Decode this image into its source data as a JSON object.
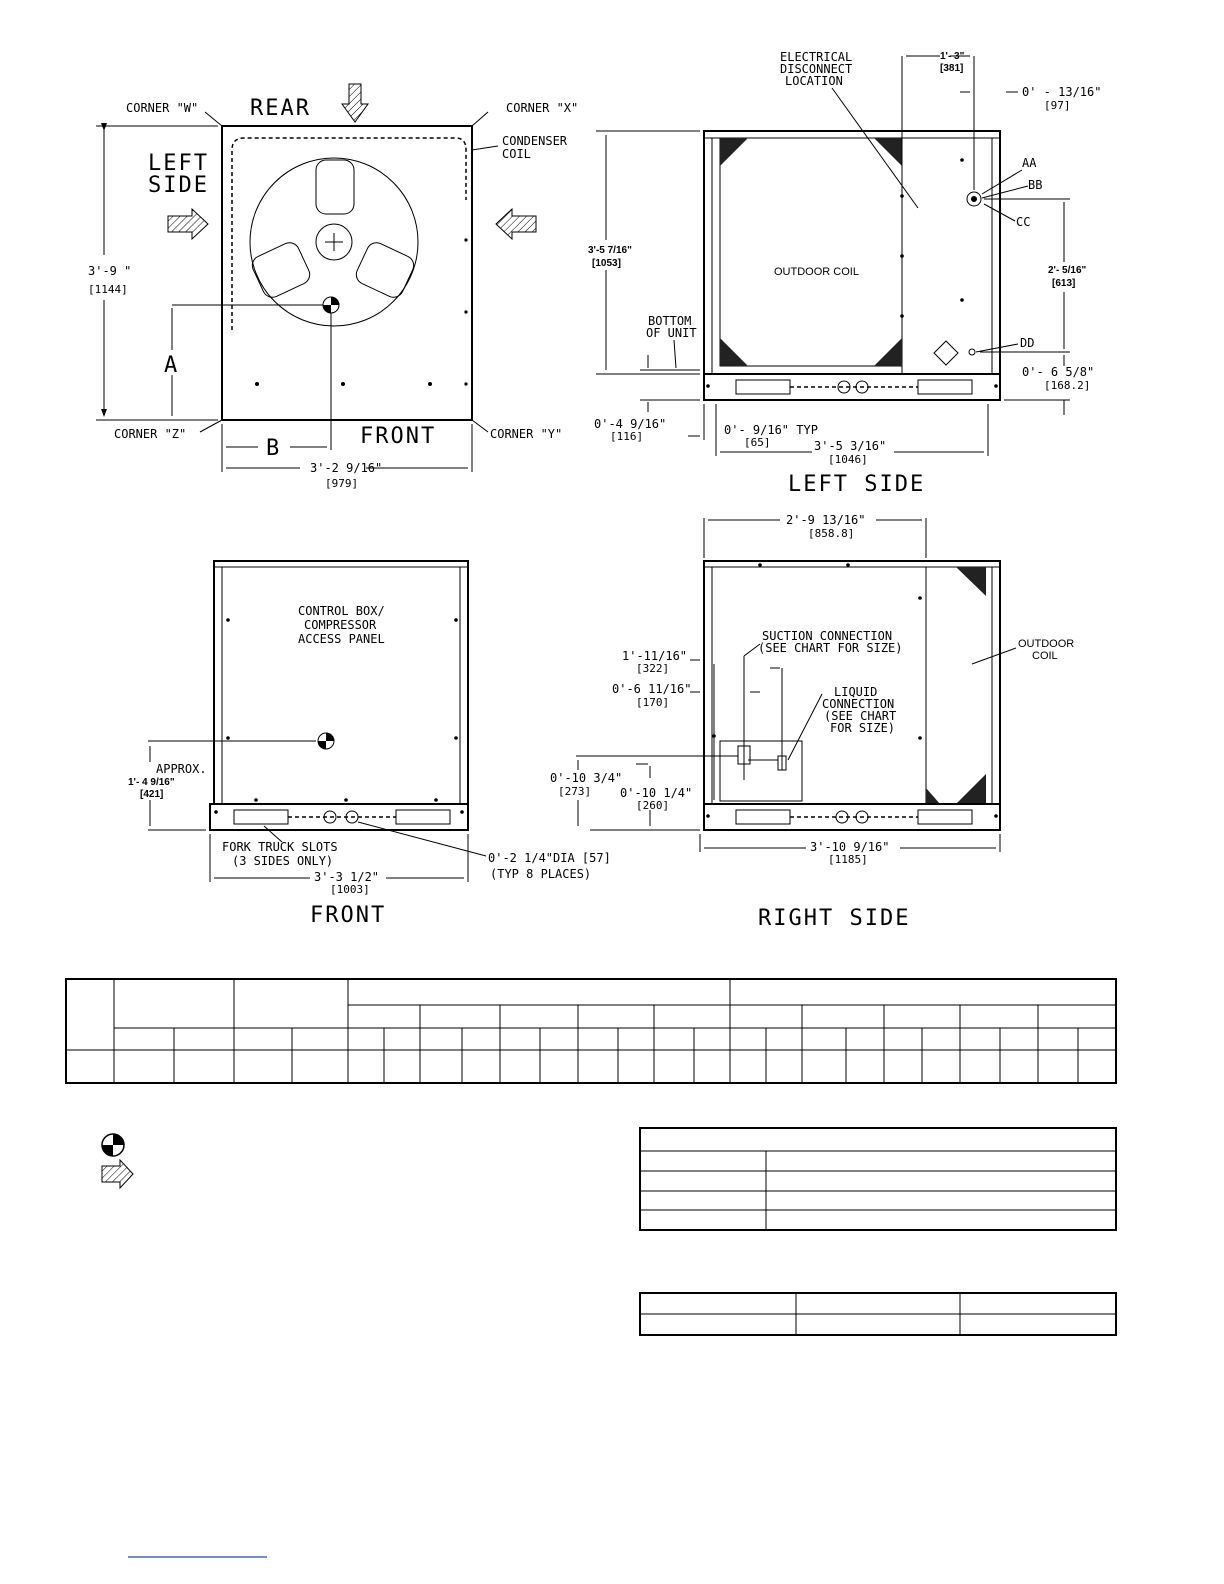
{
  "top_view": {
    "rear": "REAR",
    "front": "FRONT",
    "left_side": "LEFT",
    "left_side_2": "SIDE",
    "corner_w": "CORNER \"W\"",
    "corner_x": "CORNER \"X\"",
    "corner_y": "CORNER \"Y\"",
    "corner_z": "CORNER \"Z\"",
    "condenser": "CONDENSER",
    "coil": "COIL",
    "height": "3'-9 \"",
    "height_mm": "[1144]",
    "dim_a": "A",
    "dim_b": "B",
    "width": "3'-2 9/16\"",
    "width_mm": "[979]"
  },
  "left_side_view": {
    "title": "LEFT SIDE",
    "elec_1": "ELECTRICAL",
    "elec_2": "DISCONNECT",
    "elec_3": "LOCATION",
    "dim_top": "1'- 3\"",
    "dim_top_mm": "[381]",
    "dim_right_top": "0' - 13/16\"",
    "dim_right_top_mm": "[97]",
    "aa": "AA",
    "bb": "BB",
    "cc": "CC",
    "dd": "DD",
    "height": "3'-5 7/16\"",
    "height_mm": "[1053]",
    "outdoor_coil": "OUTDOOR COIL",
    "dim_right_mid": "2'- 5/16\"",
    "dim_right_mid_mm": "[613]",
    "bottom_1": "BOTTOM",
    "bottom_2": "OF UNIT",
    "dim_right_bot": "0'- 6 5/8\"",
    "dim_right_bot_mm": "[168.2]",
    "dim_base": "0'-4 9/16\"",
    "dim_base_mm": "[116]",
    "dim_typ": "0'- 9/16\" TYP",
    "dim_typ_mm": "[65]",
    "dim_length": "3'-5 3/16\"",
    "dim_length_mm": "[1046]"
  },
  "front_view": {
    "title": "FRONT",
    "panel_1": "CONTROL BOX/",
    "panel_2": "COMPRESSOR",
    "panel_3": "ACCESS PANEL",
    "approx": "APPROX.",
    "approx_dim": "1'- 4 9/16\"",
    "approx_mm": "[421]",
    "fork_1": "FORK TRUCK SLOTS",
    "fork_2": "(3 SIDES ONLY)",
    "hole_dia": "0'-2 1/4\"DIA [57]",
    "hole_typ": "(TYP 8 PLACES)",
    "width": "3'-3 1/2\"",
    "width_mm": "[1003]"
  },
  "right_side_view": {
    "title": "RIGHT SIDE",
    "width": "2'-9 13/16\"",
    "width_mm": "[858.8]",
    "suction_1": "SUCTION CONNECTION",
    "suction_2": "(SEE CHART FOR SIZE)",
    "liquid_1": "LIQUID",
    "liquid_2": "CONNECTION",
    "liquid_3": "(SEE CHART",
    "liquid_4": "FOR SIZE)",
    "outdoor_1": "OUTDOOR",
    "outdoor_2": "COIL",
    "d1": "1'-11/16\"",
    "d1_mm": "[322]",
    "d2": "0'-6 11/16\"",
    "d2_mm": "[170]",
    "d3": "0'-10 3/4\"",
    "d3_mm": "[273]",
    "d4": "0'-10 1/4\"",
    "d4_mm": "[260]",
    "length": "3'-10 9/16\"",
    "length_mm": "[1185]"
  },
  "legend": {
    "cg_symbol": "center-of-gravity-icon",
    "airflow_symbol": "airflow-arrow-icon"
  }
}
